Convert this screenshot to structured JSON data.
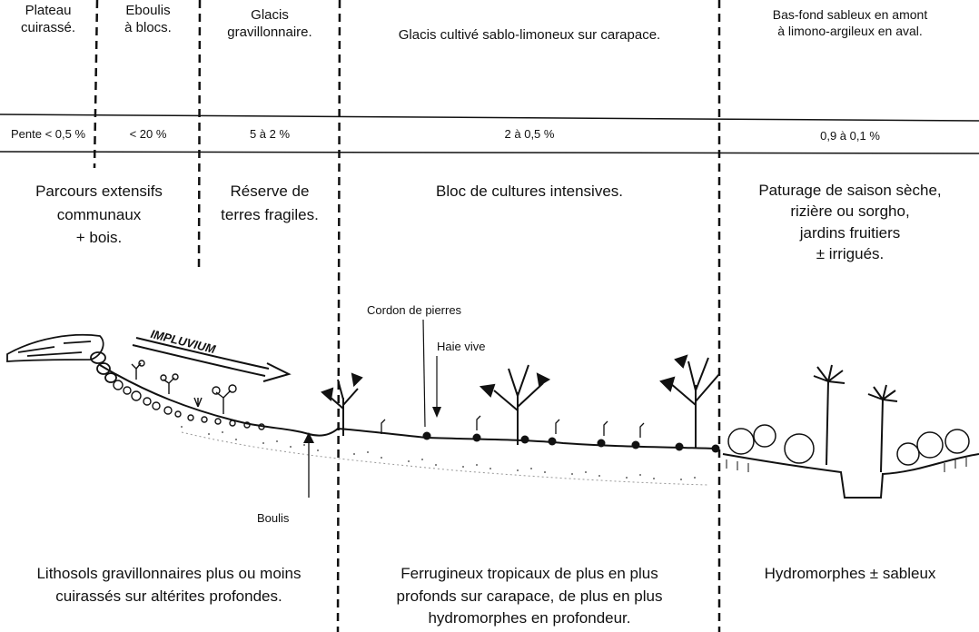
{
  "zones": [
    {
      "l1": "Plateau",
      "l2": "cuirassé."
    },
    {
      "l1": "Eboulis",
      "l2": "à blocs."
    },
    {
      "l1": "Glacis",
      "l2": "gravillonnaire."
    },
    {
      "l1": "Glacis cultivé sablo-limoneux sur carapace.",
      "l2": ""
    },
    {
      "l1": "Bas-fond sableux en amont",
      "l2": "à limono-argileux en aval."
    }
  ],
  "slopes": [
    "Pente < 0,5 %",
    "< 20 %",
    "5 à 2 %",
    "2 à 0,5 %",
    "0,9 à 0,1 %"
  ],
  "uses": [
    {
      "lines": [
        "Parcours extensifs",
        "communaux",
        "+ bois."
      ]
    },
    {
      "lines": [
        "Réserve de",
        "terres fragiles."
      ]
    },
    {
      "lines": [
        "Bloc de cultures intensives."
      ]
    },
    {
      "lines": [
        "Paturage de saison sèche,",
        "rizière ou sorgho,",
        "jardins fruitiers",
        "± irrigués."
      ]
    }
  ],
  "annotations": {
    "impluvium": "IMPLUVIUM",
    "cordon": "Cordon de pierres",
    "haie": "Haie vive",
    "boulis": "Boulis"
  },
  "soils": [
    {
      "lines": [
        "Lithosols gravillonnaires plus ou moins",
        "cuirassés sur altérites profondes."
      ]
    },
    {
      "lines": [
        "Ferrugineux tropicaux de plus en plus",
        "profonds sur carapace, de plus en plus",
        "hydromorphes en profondeur."
      ]
    },
    {
      "lines": [
        "Hydromorphes ± sableux"
      ]
    }
  ]
}
